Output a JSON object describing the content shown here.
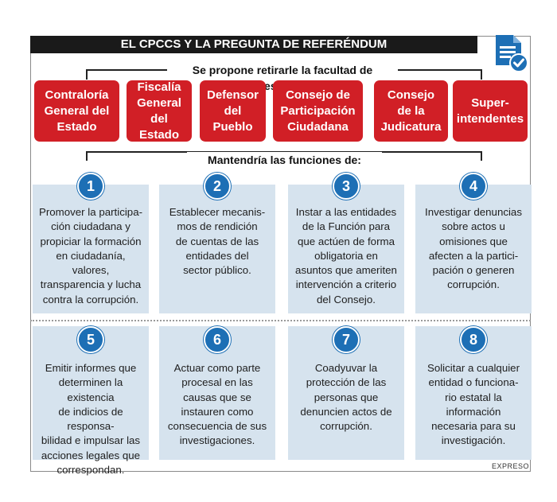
{
  "title": "EL CPCCS Y LA PREGUNTA DE REFERÉNDUM",
  "icon": "document-check-icon",
  "colors": {
    "title_bg": "#1a1a1a",
    "institution_red": "#d11f26",
    "card_bg": "#d6e3ee",
    "badge_blue": "#1d6fb5"
  },
  "section1_label": "Se propone retirarle la facultad de designar:",
  "institutions": [
    {
      "lines": [
        "Contraloría",
        "General del",
        "Estado"
      ]
    },
    {
      "lines": [
        "Fiscalía",
        "General",
        "del Estado"
      ]
    },
    {
      "lines": [
        "Defensor",
        "del",
        "Pueblo"
      ]
    },
    {
      "lines": [
        "Consejo de",
        "Participación",
        "Ciudadana"
      ]
    },
    {
      "lines": [
        "Consejo",
        "de la",
        "Judicatura"
      ]
    },
    {
      "lines": [
        "Super-",
        "intendentes"
      ]
    }
  ],
  "section2_label": "Mantendría las funciones de:",
  "functions": [
    {
      "num": "1",
      "lines": [
        "Promover la participa-",
        "ción ciudadana y",
        "propiciar la formación",
        "en ciudadanía, valores,",
        "transparencia y lucha",
        "contra la corrupción."
      ]
    },
    {
      "num": "2",
      "lines": [
        "Establecer mecanis-",
        "mos de rendición",
        "de cuentas de las",
        "entidades del",
        "sector público."
      ]
    },
    {
      "num": "3",
      "lines": [
        "Instar a las entidades",
        "de la Función para",
        "que actúen de forma",
        "obligatoria en",
        "asuntos que ameriten",
        "intervención a criterio",
        "del Consejo."
      ]
    },
    {
      "num": "4",
      "lines": [
        "Investigar denuncias",
        "sobre actos u",
        "omisiones que",
        "afecten a la partici-",
        "pación o generen",
        "corrupción."
      ]
    },
    {
      "num": "5",
      "lines": [
        "Emitir informes que",
        "determinen la existencia",
        "de indicios de responsa-",
        "bilidad e impulsar las",
        "acciones legales que",
        "correspondan."
      ]
    },
    {
      "num": "6",
      "lines": [
        "Actuar como parte",
        "procesal en las",
        "causas que se",
        "instauren como",
        "consecuencia de sus",
        "investigaciones."
      ]
    },
    {
      "num": "7",
      "lines": [
        "Coadyuvar la",
        "protección de las",
        "personas que",
        "denuncien actos de",
        "corrupción."
      ]
    },
    {
      "num": "8",
      "lines": [
        "Solicitar a cualquier",
        "entidad o funciona-",
        "rio estatal la",
        "información",
        "necesaria para su",
        "investigación."
      ]
    }
  ],
  "credit": "EXPRESO"
}
